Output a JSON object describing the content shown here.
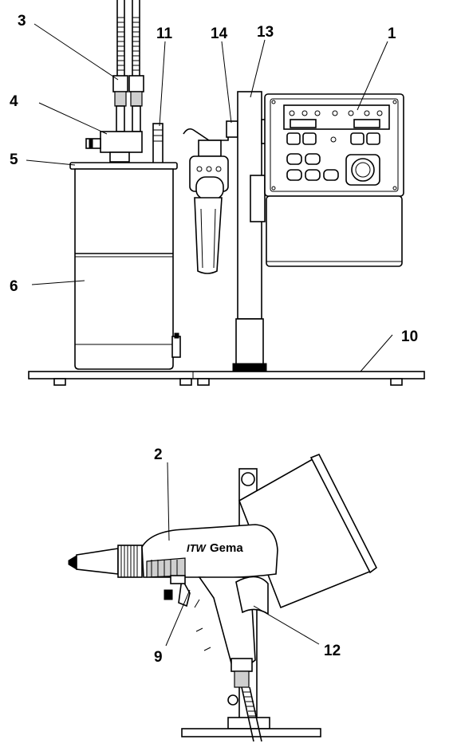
{
  "callouts": {
    "c1": "1",
    "c2": "2",
    "c3": "3",
    "c4": "4",
    "c5": "5",
    "c6": "6",
    "c9": "9",
    "c10": "10",
    "c11": "11",
    "c12": "12",
    "c13": "13",
    "c14": "14"
  },
  "logo": {
    "brand_prefix": "ITW",
    "brand_name": "Gema"
  },
  "icons": {
    "control_unit": "control-unit-icon",
    "spray_gun": "spray-gun-icon",
    "powder_container": "powder-container-icon",
    "stand": "stand-icon"
  }
}
